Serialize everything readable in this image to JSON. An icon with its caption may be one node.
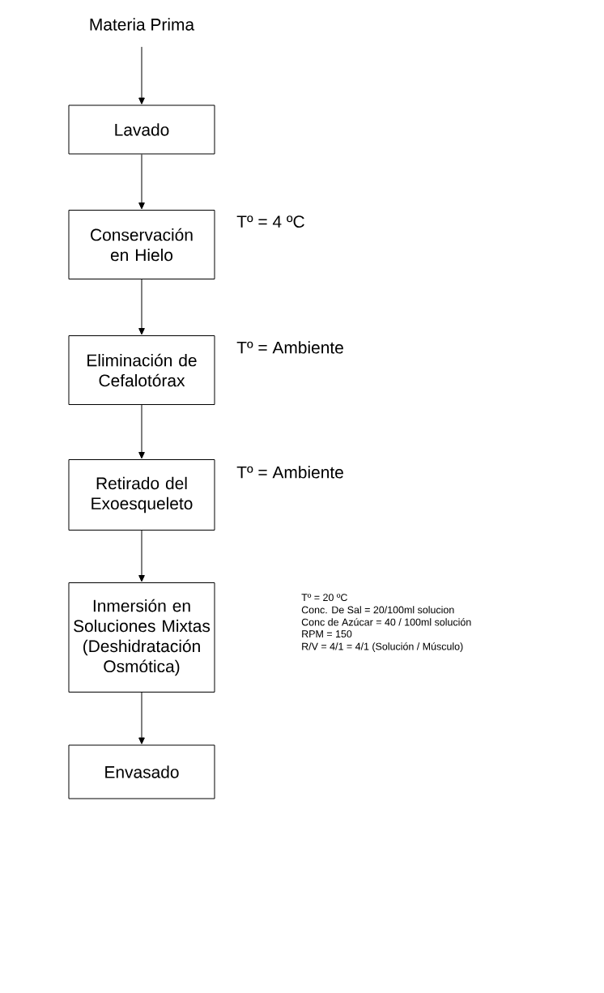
{
  "diagram": {
    "nodes": [
      {
        "text": [
          "Materia Prima"
        ]
      },
      {
        "text": [
          "Lavado"
        ]
      },
      {
        "text": [
          "Conservación en Hielo"
        ],
        "beside": [
          "Tº = 4 ºC"
        ]
      },
      {
        "text": [
          "Eliminación de Cefalotórax"
        ],
        "beside": [
          "Tº = Ambiente"
        ]
      },
      {
        "text": [
          "Retirado del Exoesqueleto"
        ],
        "beside": [
          "Tº = Ambiente"
        ]
      },
      {
        "text": [
          "Inmersión en Soluciones Mixtas (Deshidratación Osmótica)"
        ],
        "beside": [
          "Tº = 20 ºC",
          "Conc. De Sal = 20/100ml solucion",
          "Conc de Azúcar = 40 / 100ml solución",
          "RPM = 150",
          "R/V = 4/1 = 4/1 (Solución / Músculo)"
        ]
      },
      {
        "text": [
          "Envasado"
        ]
      }
    ],
    "edges": [
      {
        "from": 0,
        "to": 1,
        "arrow": "to"
      },
      {
        "from": 1,
        "to": 2,
        "arrow": "to"
      },
      {
        "from": 2,
        "to": 3,
        "arrow": "to"
      },
      {
        "from": 3,
        "to": 4,
        "arrow": "to"
      },
      {
        "from": 4,
        "to": 5,
        "arrow": "to"
      },
      {
        "from": 5,
        "to": 6,
        "arrow": "to"
      }
    ]
  }
}
